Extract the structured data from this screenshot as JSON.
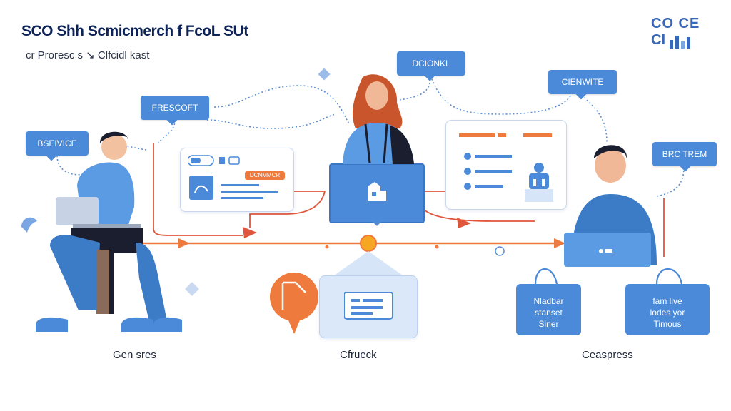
{
  "header": {
    "title": "SCO Shh Scmicmerch f FcoL SUt",
    "subtitle": "cr Proresc s ↘ Clfcidl kast",
    "logo_line1": "CO CE",
    "logo_line2": "CI"
  },
  "bubbles": {
    "service": "BSEIVICE",
    "frescoft": "FRESCOFT",
    "dcionkl": "DCIONKL",
    "cienwite": "CIENWITE",
    "brctrem": "BRC TREM"
  },
  "panels": {
    "left_pill": "DCNMMCR"
  },
  "cards": {
    "left_lines": [
      "Nladbar",
      "stanset",
      "Siner"
    ],
    "right_lines": [
      "fam live",
      "lodes yor",
      "Timous"
    ]
  },
  "captions": {
    "left": "Gen sres",
    "center": "Cfrueck",
    "right": "Ceaspress"
  },
  "colors": {
    "accent_blue": "#4a8ad8",
    "accent_orange": "#ef7a3e",
    "dark_navy": "#0d2357"
  }
}
